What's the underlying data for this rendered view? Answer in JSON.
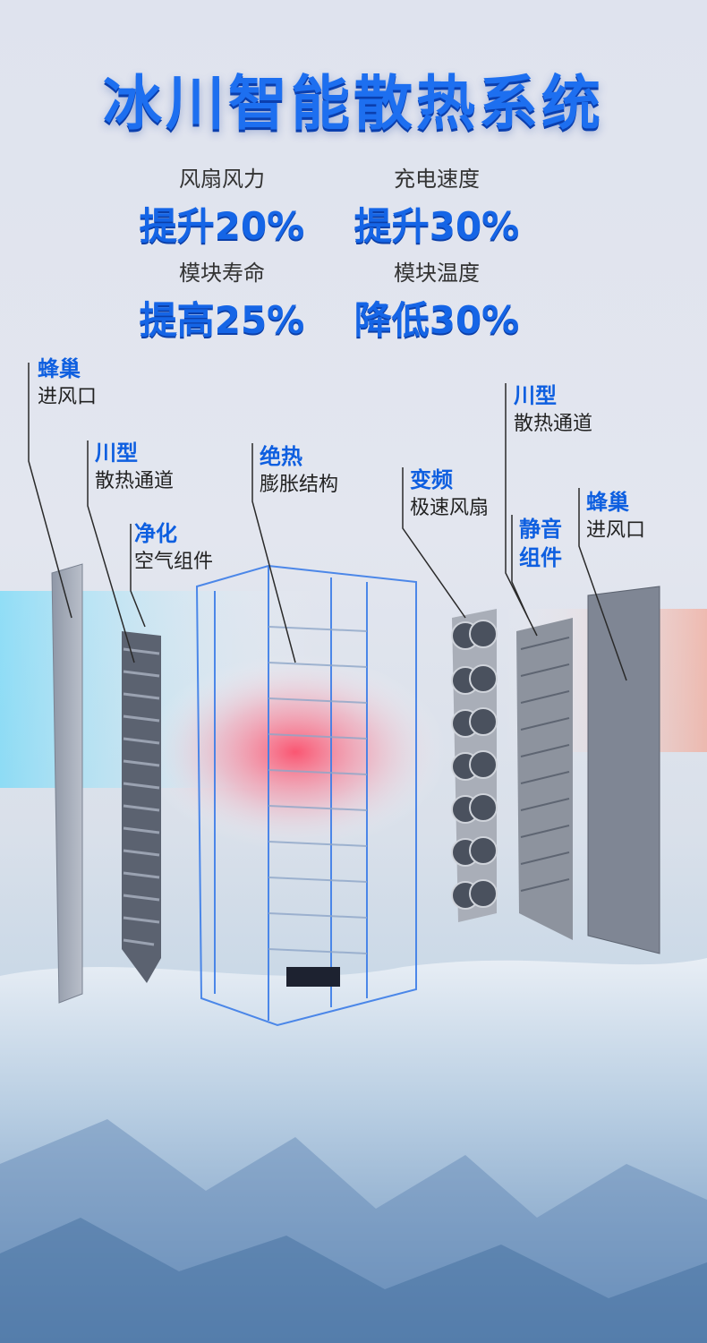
{
  "title": "冰川智能散热系统",
  "stats": [
    {
      "label": "风扇风力",
      "value": "提升20%"
    },
    {
      "label": "充电速度",
      "value": "提升30%"
    },
    {
      "label": "模块寿命",
      "value": "提高25%"
    },
    {
      "label": "模块温度",
      "value": "降低30%"
    }
  ],
  "callouts": {
    "left_inlet": {
      "highlight": "蜂巢",
      "sub": "进风口"
    },
    "left_channel": {
      "highlight": "川型",
      "sub": "散热通道"
    },
    "purify": {
      "highlight": "净化",
      "sub": "空气组件"
    },
    "insulation": {
      "highlight": "绝热",
      "sub": "膨胀结构"
    },
    "fan": {
      "highlight": "变频",
      "sub": "极速风扇"
    },
    "right_channel": {
      "highlight": "川型",
      "sub": "散热通道"
    },
    "silent": {
      "highlight": "静音",
      "highlight2": "组件"
    },
    "right_inlet": {
      "highlight": "蜂巢",
      "sub": "进风口"
    }
  },
  "colors": {
    "accent": "#1565e6",
    "accent_dark": "#0c3fa8",
    "text": "#222222"
  }
}
